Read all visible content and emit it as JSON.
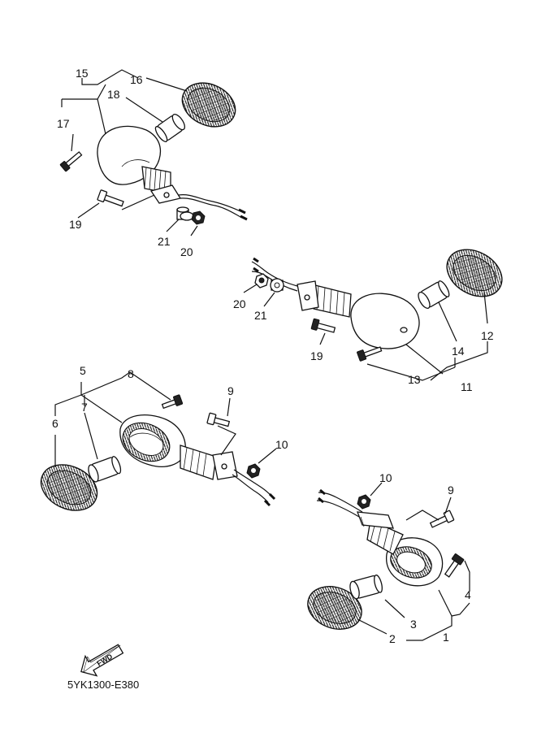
{
  "diagram_code": "5YK1300-E380",
  "fwd_label": "FWD",
  "callouts": [
    {
      "key": "c15a",
      "text": "15"
    },
    {
      "key": "c16",
      "text": "16"
    },
    {
      "key": "c18",
      "text": "18"
    },
    {
      "key": "c17",
      "text": "17"
    },
    {
      "key": "c19a",
      "text": "19"
    },
    {
      "key": "c21a",
      "text": "21"
    },
    {
      "key": "c20a",
      "text": "20"
    },
    {
      "key": "c20b",
      "text": "20"
    },
    {
      "key": "c21b",
      "text": "21"
    },
    {
      "key": "c19b",
      "text": "19"
    },
    {
      "key": "c12",
      "text": "12"
    },
    {
      "key": "c14",
      "text": "14"
    },
    {
      "key": "c13",
      "text": "13"
    },
    {
      "key": "c11",
      "text": "11"
    },
    {
      "key": "c5",
      "text": "5"
    },
    {
      "key": "c8",
      "text": "8"
    },
    {
      "key": "c7",
      "text": "7"
    },
    {
      "key": "c6",
      "text": "6"
    },
    {
      "key": "c9a",
      "text": "9"
    },
    {
      "key": "c10a",
      "text": "10"
    },
    {
      "key": "c10b",
      "text": "10"
    },
    {
      "key": "c9b",
      "text": "9"
    },
    {
      "key": "c4",
      "text": "4"
    },
    {
      "key": "c3",
      "text": "3"
    },
    {
      "key": "c2",
      "text": "2"
    },
    {
      "key": "c1",
      "text": "1"
    }
  ]
}
